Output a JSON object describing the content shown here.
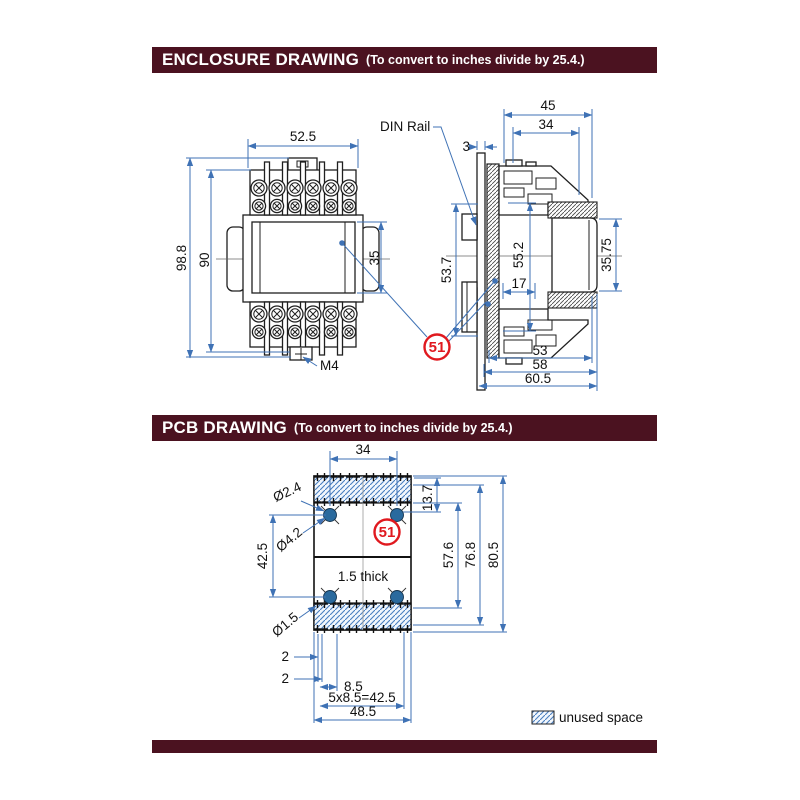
{
  "colors": {
    "header_maroon": "#4b1220",
    "dimension_blue": "#3f72b5",
    "callout_red": "#e0191f",
    "hole_blue": "#2a6a9e",
    "hatch_blue": "#4a7fc0"
  },
  "enclosure_section": {
    "title": "ENCLOSURE DRAWING",
    "note": "(To convert to inches divide by 25.4.)",
    "front_view": {
      "width": "52.5",
      "overall_height": "98.8",
      "body_height": "90",
      "window_height": "35",
      "mounting_screw": "M4",
      "callout": "51"
    },
    "side_view": {
      "din_rail_label": "DIN Rail",
      "overall_depth_top": "45",
      "upper_depth": "34",
      "rail_thickness": "3",
      "left_height": "53.7",
      "inner_height": "55.2",
      "inner_depth": "17",
      "coil_height": "35.75",
      "depth_a": "53",
      "depth_b": "58",
      "depth_c": "60.5"
    }
  },
  "pcb_section": {
    "title": "PCB DRAWING",
    "note": "(To convert to inches divide by 25.4.)",
    "board": {
      "hole_span_x": "34",
      "hole_pad_dia": "Ø2.4",
      "hole_dia": "Ø4.2",
      "hole_span_y": "42.5",
      "pin_hole_dia": "Ø1.5",
      "edge_to_pin": "2",
      "pin_gap": "2",
      "pin_pitch": "8.5",
      "pin_row_total": "5x8.5=42.5",
      "board_width": "48.5",
      "top_to_hole": "13.7",
      "span_inner": "57.6",
      "span_pins": "76.8",
      "board_height": "80.5",
      "thickness_note": "1.5 thick",
      "callout": "51"
    },
    "legend_label": "unused space"
  }
}
